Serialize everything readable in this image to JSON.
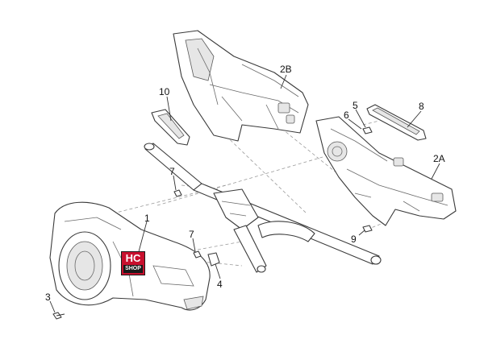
{
  "diagram": {
    "callouts": {
      "c1": "1",
      "c2a": "2A",
      "c2b": "2B",
      "c3": "3",
      "c4": "4",
      "c5": "5",
      "c6": "6",
      "c7a": "7",
      "c7b": "7",
      "c8": "8",
      "c9": "9",
      "c10": "10"
    },
    "logo": {
      "brand": "HC",
      "sub": "SHOP"
    }
  }
}
